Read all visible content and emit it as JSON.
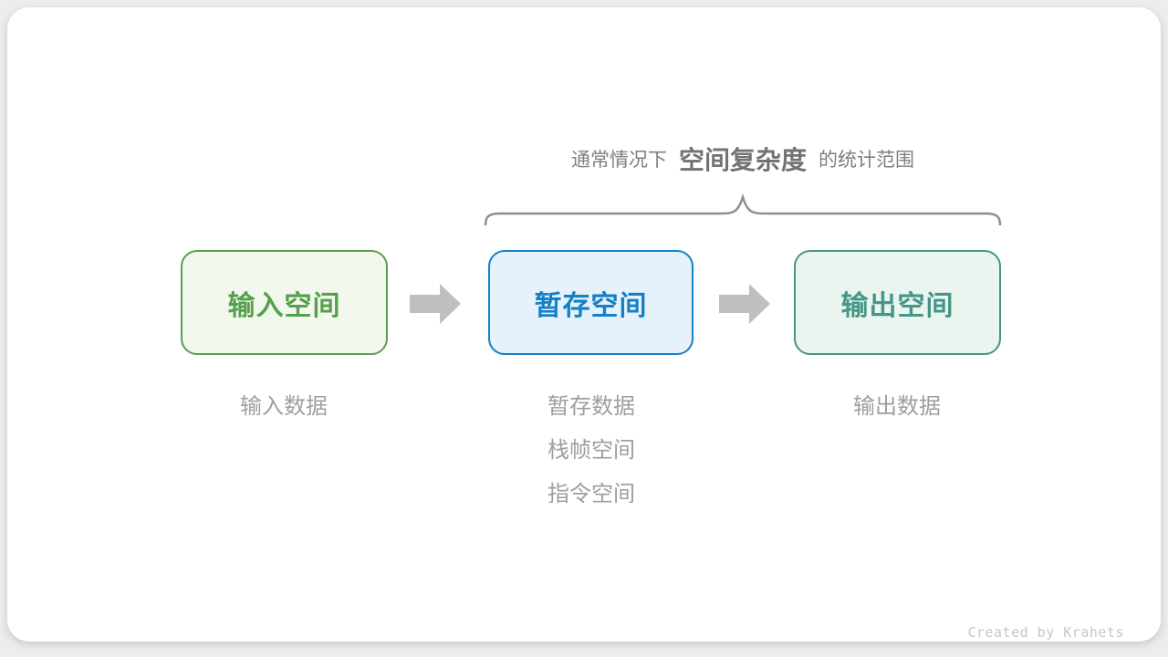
{
  "header": {
    "prefix": "通常情况下",
    "highlight": "空间复杂度",
    "suffix": "的统计范围"
  },
  "boxes": [
    {
      "label": "输入空间",
      "theme": "green"
    },
    {
      "label": "暂存空间",
      "theme": "blue"
    },
    {
      "label": "输出空间",
      "theme": "teal"
    }
  ],
  "annotations": {
    "input": [
      "输入数据"
    ],
    "temp": [
      "暂存数据",
      "栈帧空间",
      "指令空间"
    ],
    "output": [
      "输出数据"
    ]
  },
  "credit": "Created by Krahets",
  "colors": {
    "page_bg": "#ededed",
    "card_bg": "#ffffff",
    "title_text": "#7f7f7f",
    "title_highlight": "#737373",
    "brace": "#8f8f8f",
    "arrow": "#bfbfbf",
    "label": "#9e9e9e",
    "credit": "#c6c6c6",
    "green_border": "#5a9e50",
    "green_bg": "#f2f8ee",
    "green_text": "#55a04b",
    "blue_border": "#1580c6",
    "blue_bg": "#e6f2fb",
    "blue_text": "#1580c6",
    "teal_border": "#449687",
    "teal_bg": "#eaf5f0",
    "teal_text": "#449687"
  }
}
